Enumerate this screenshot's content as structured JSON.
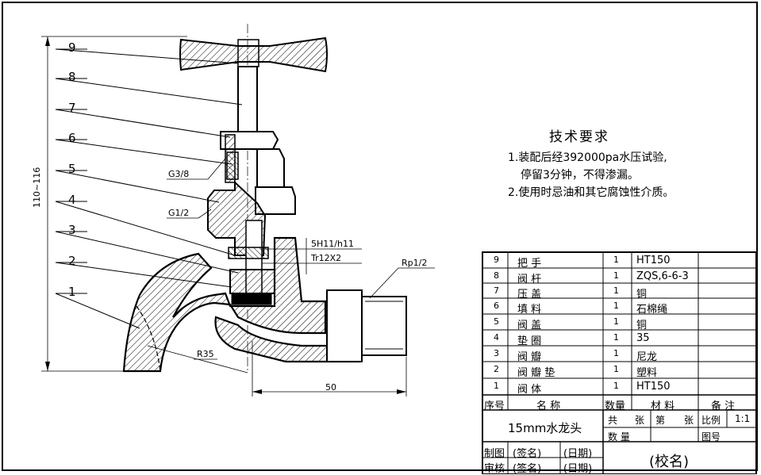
{
  "part_numbers": [
    "9",
    "8",
    "7",
    "6",
    "5",
    "4",
    "3",
    "2",
    "1"
  ],
  "dimensions": {
    "height": "110~116",
    "g38": "G3/8",
    "g12": "G1/2",
    "fit": "5H11/h11",
    "thread": "Tr12X2",
    "rp": "Rp1/2",
    "radius": "R35",
    "width": "50"
  },
  "tech_requirements": {
    "title": "技术要求",
    "line1": "1.装配后经392000pa水压试验,",
    "line2": "停留3分钟，不得渗漏。",
    "line3": "2.使用时忌油和其它腐蚀性介质。"
  },
  "bom": [
    {
      "no": "9",
      "name": "把 手",
      "qty": "1",
      "material": "HT150",
      "note": ""
    },
    {
      "no": "8",
      "name": "阀 杆",
      "qty": "1",
      "material": "ZQS,6-6-3",
      "note": ""
    },
    {
      "no": "7",
      "name": "压 盖",
      "qty": "1",
      "material": "铜",
      "note": ""
    },
    {
      "no": "6",
      "name": "填 料",
      "qty": "1",
      "material": "石棉绳",
      "note": ""
    },
    {
      "no": "5",
      "name": "阀 盖",
      "qty": "1",
      "material": "铜",
      "note": ""
    },
    {
      "no": "4",
      "name": "垫 圈",
      "qty": "1",
      "material": "35",
      "note": ""
    },
    {
      "no": "3",
      "name": "阀 瓣",
      "qty": "1",
      "material": "尼龙",
      "note": ""
    },
    {
      "no": "2",
      "name": "阀 瓣 垫",
      "qty": "1",
      "material": "塑料",
      "note": ""
    },
    {
      "no": "1",
      "name": "阀 体",
      "qty": "1",
      "material": "HT150",
      "note": ""
    }
  ],
  "bom_header": {
    "no": "序号",
    "name": "名   称",
    "qty": "数量",
    "material": "材  料",
    "note": "备 注"
  },
  "title_block": {
    "drawing_name": "15mm水龙头",
    "total": "共",
    "sheets": "张",
    "page": "第",
    "page_sheets": "张",
    "scale_label": "比例",
    "scale": "1:1",
    "quantity": "数  量",
    "drawing_no": "图号",
    "drawn_by": "制图",
    "checked_by": "审核",
    "signature": "(签名)",
    "date": "(日期)",
    "school": "(校名)"
  }
}
